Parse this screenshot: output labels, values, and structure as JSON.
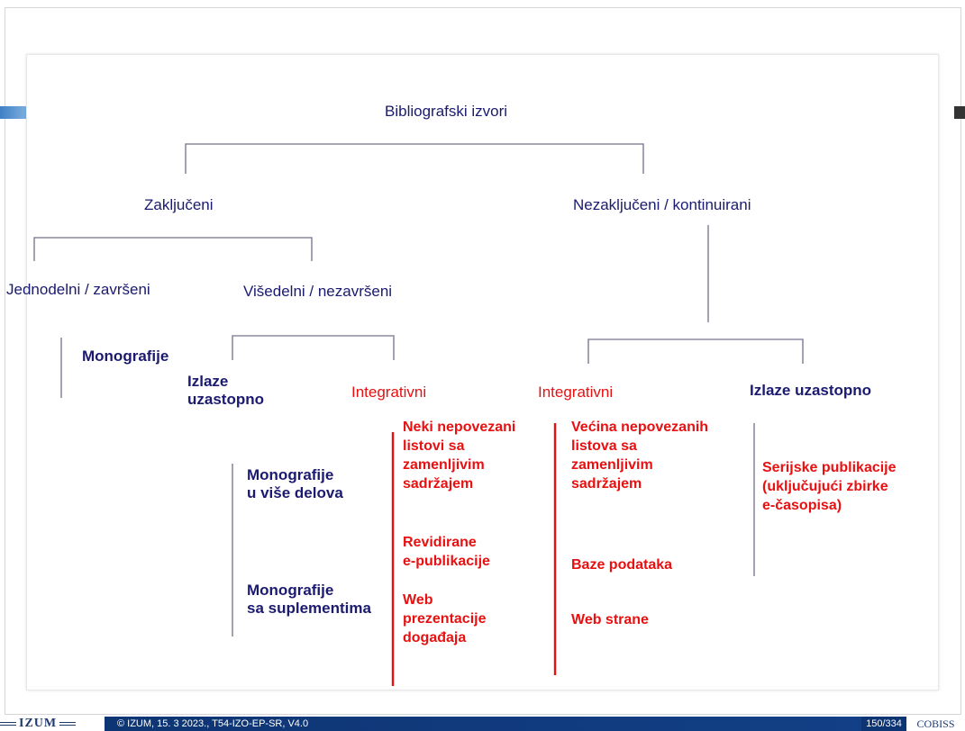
{
  "slide": {
    "root": "Bibliografski izvori",
    "closed": "Zaključeni",
    "continuing": "Nezaključeni / kontinuirani",
    "single_part": "Jednodelni / završeni",
    "multi_part": "Višedelni / nezavršeni",
    "monographs": "Monografije",
    "successive_line1": "Izlaze",
    "successive_line2": "uzastopno",
    "integrating_left": "Integrativni",
    "integrating_right": "Integrativni",
    "successive_right": "Izlaze uzastopno",
    "multipart_monographs": [
      "Monografije",
      "u više delova"
    ],
    "supplement_monographs": [
      "Monografije",
      "sa suplementima"
    ],
    "left_integrating_items": [
      [
        "Neki nepovezani",
        "listovi sa",
        "zamenljivim",
        "sadržajem"
      ],
      [
        "Revidirane",
        "e-publikacije"
      ],
      [
        "Web",
        "prezentacije",
        "događaja"
      ]
    ],
    "right_integrating_items": [
      [
        "Većina nepovezanih",
        "listova sa",
        "zamenljivim",
        "sadržajem"
      ],
      [
        "Baze podataka"
      ],
      [
        "Web strane"
      ]
    ],
    "serials": [
      "Serijske publikacije",
      "(uključujući zbirke",
      "e-časopisa)"
    ]
  },
  "footer": {
    "logo": "IZUM",
    "text": "© IZUM, 15. 3 2023., T54-IZO-EP-SR, V4.0",
    "page": "150/334",
    "brand": "COBISS"
  },
  "colors": {
    "navy_text": "#1a1a70",
    "red_text": "#e81010",
    "line": "#8a8aa0",
    "footer_bar": "#0e3573"
  }
}
